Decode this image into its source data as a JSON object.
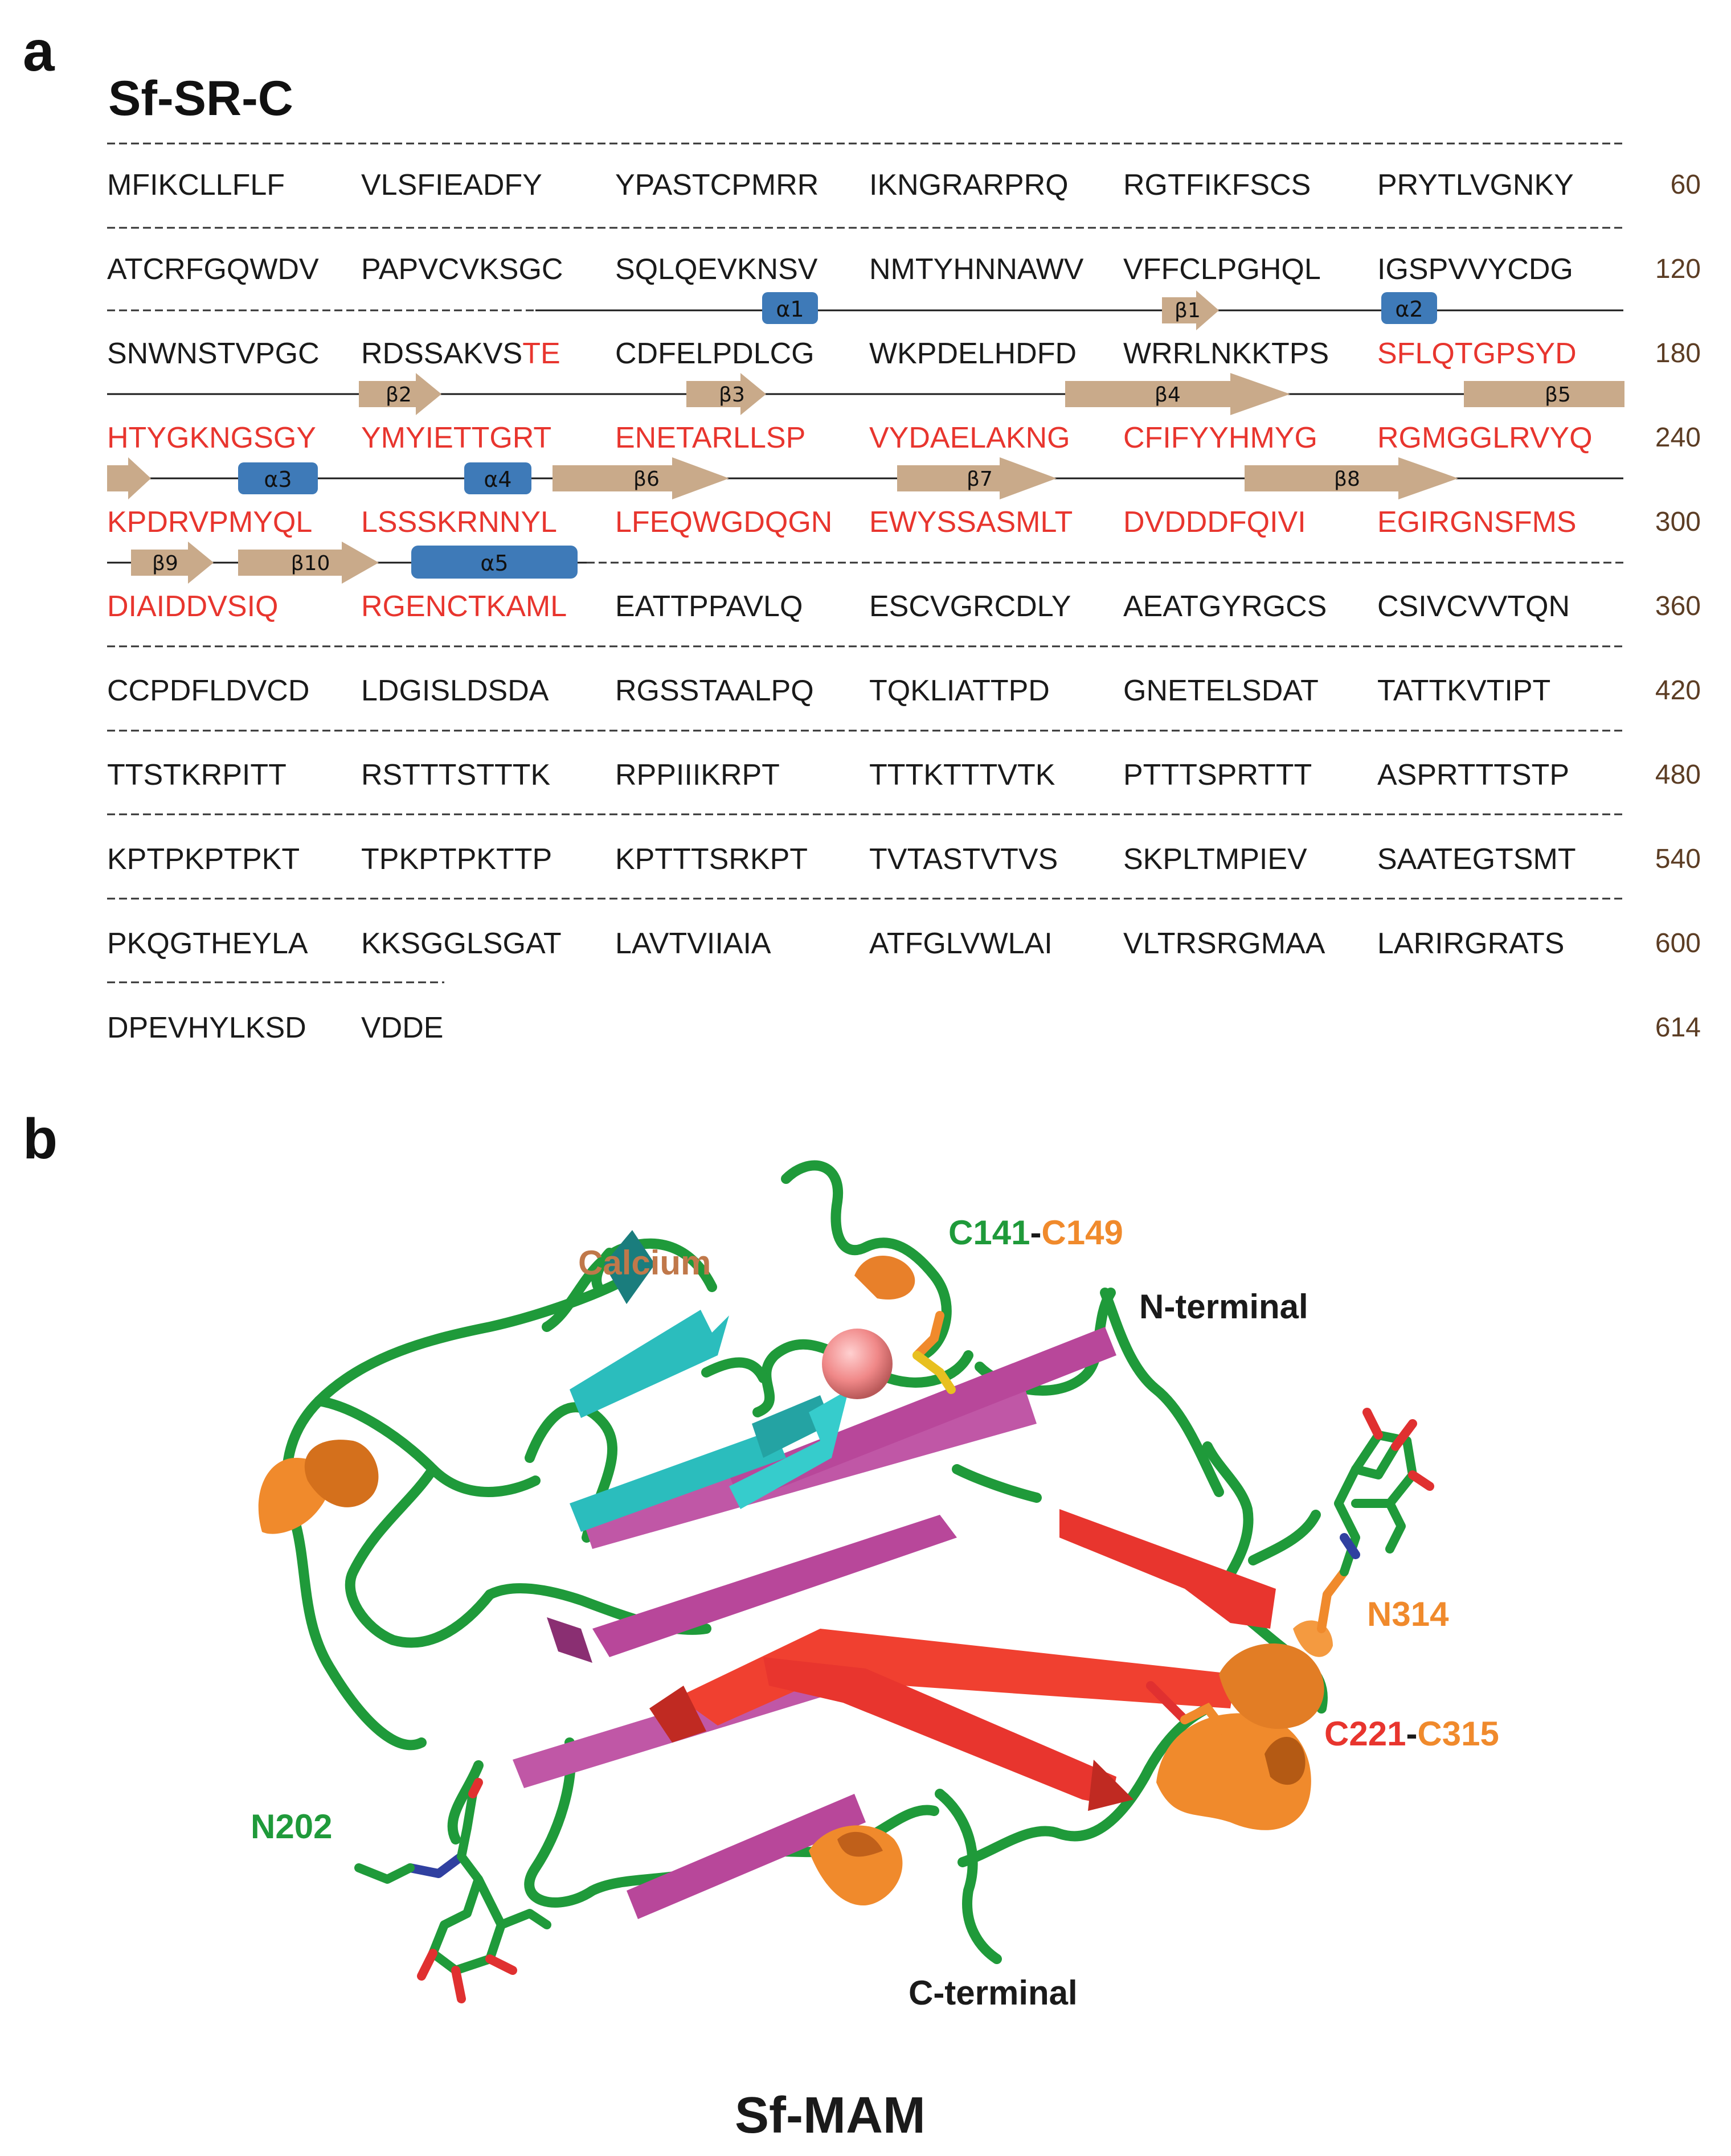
{
  "panel_a": {
    "letter": "a",
    "title": "Sf-SR-C",
    "rows": [
      {
        "blocks": [
          "MFIKCLLFLF",
          "VLSFIEADFY",
          "YPASTCPMRR",
          "IKNGRARPRQ",
          "RGTFIKFSCS",
          "PRYTLVGNKY"
        ],
        "num": "60"
      },
      {
        "blocks": [
          "ATCRFGQWDV",
          "PAPVCVKSGC",
          "SQLQEVKNSV",
          "NMTYHNNAWV",
          "VFFCLPGHQL",
          "IGSPVVYCDG"
        ],
        "num": "120"
      },
      {
        "blocks": [
          "SNWNSTVPGC",
          "RDSSAKVS",
          "CDFELPDLCG",
          "WKPDELHDFD",
          "WRRLNKKTPS",
          "SFLQTGPSYD"
        ],
        "num": "180",
        "split": {
          "index": 1,
          "red": "TE"
        }
      },
      {
        "blocks": [
          "HTYGKNGSGY",
          "YMYIETTGRT",
          "ENETARLLSP",
          "VYDAELAKNG",
          "CFIFYYHMYG",
          "RGMGGLRVYQ"
        ],
        "num": "240"
      },
      {
        "blocks": [
          "KPDRVPMYQL",
          "LSSSKRNNYL",
          "LFEQWGDQGN",
          "EWYSSASMLT",
          "DVDDDFQIVI",
          "EGIRGNSFMS"
        ],
        "num": "300"
      },
      {
        "blocks": [
          "DIAIDDVSIQ",
          "RGENCTKAML",
          "EATTPPAVLQ",
          "ESCVGRCDLY",
          "AEATGYRGCS",
          "CSIVCVVTQN"
        ],
        "num": "360"
      },
      {
        "blocks": [
          "CCPDFLDVCD",
          "LDGISLDSDA",
          "RGSSTAALPQ",
          "TQKLIATTPD",
          "GNETELSDAT",
          "TATTKVTIPT"
        ],
        "num": "420"
      },
      {
        "blocks": [
          "TTSTKRPITT",
          "RSTTTSTTTK",
          "RPPIIIKRPT",
          "TTTKTTTVTK",
          "PTTTSPRTTT",
          "ASPRTTTSTP"
        ],
        "num": "480"
      },
      {
        "blocks": [
          "KPTPKPTPKT",
          "TPKPTPKTTP",
          "KPTTTSRKPT",
          "TVTASTVTVS",
          "SKPLTMPIEV",
          "SAATEGTSMT"
        ],
        "num": "540"
      },
      {
        "blocks": [
          "PKQGTHEYLA",
          "KKSGGLSGAT",
          "LAVTVIIAIA",
          "ATFGLVWLAI",
          "VLTRSRGMAA",
          "LARIRGRATS"
        ],
        "num": "600"
      },
      {
        "blocks": [
          "DPEVHYLKSD",
          "VDDE"
        ],
        "num": "614"
      }
    ],
    "ss_labels": {
      "a1": "α1",
      "a2": "α2",
      "a3": "α3",
      "a4": "α4",
      "a5": "α5",
      "b1": "β1",
      "b2": "β2",
      "b3": "β3",
      "b4": "β4",
      "b5": "β5",
      "b6": "β6",
      "b7": "β7",
      "b8": "β8",
      "b9": "β9",
      "b10": "β10"
    },
    "colors": {
      "mam_red": "#e8352e",
      "helix_blue": "#3e7ab8",
      "strand_tan": "#c9aa8a",
      "number_brown": "#5c3d24"
    }
  },
  "panel_b": {
    "letter": "b",
    "title": "Sf-MAM",
    "labels": {
      "calcium": "Calcium",
      "c141": "C141",
      "dash1": "-",
      "c149": "C149",
      "n_terminal": "N-terminal",
      "n314": "N314",
      "c221": "C221",
      "dash2": "-",
      "c315": "C315",
      "n202": "N202",
      "c_terminal": "C-terminal"
    },
    "colors": {
      "loop_green": "#1f9a3a",
      "helix_orange": "#f08a2c",
      "strand_magenta": "#b8479a",
      "strand_cyan": "#2bbdbd",
      "strand_red": "#e8352e",
      "calcium_pink": "#f08888",
      "calcium_label": "#c0784a",
      "oxygen_red": "#e03030",
      "nitrogen_blue": "#3040a0",
      "sulfur_yellow": "#e8c020"
    }
  }
}
